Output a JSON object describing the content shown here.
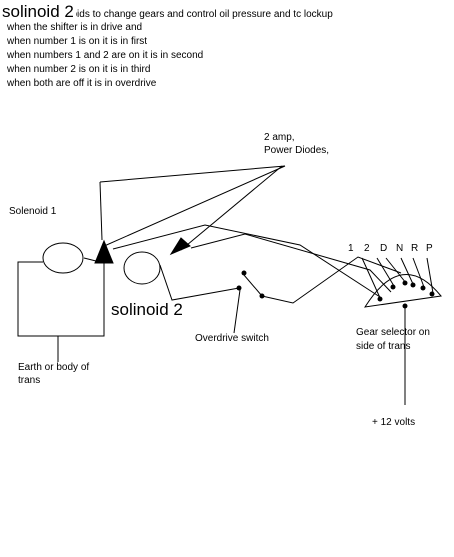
{
  "heading_overlay": "solinoid 2",
  "notes": [
    "...uses 2 solenoids to change gears and control oil pressure and tc lockup",
    "when the shifter is in drive and",
    "when number 1 is on it is in first",
    "when numbers 1 and 2 are on it is in second",
    "when number 2 is on it is in third",
    "when both are off it is in overdrive"
  ],
  "labels": {
    "diodes": [
      "2 amp,",
      "Power Diodes,"
    ],
    "solenoid1": "Solenoid 1",
    "solenoid2": "solinoid 2",
    "overdrive_switch": "Overdrive switch",
    "earth": [
      "Earth or body of",
      "trans"
    ],
    "gear_selector": [
      "Gear selector on",
      "side of trans"
    ],
    "supply": "+ 12 volts"
  },
  "gear_positions": [
    "1",
    "2",
    "D",
    "N",
    "R",
    "P"
  ],
  "colors": {
    "ink": "#000000",
    "background": "#ffffff"
  }
}
